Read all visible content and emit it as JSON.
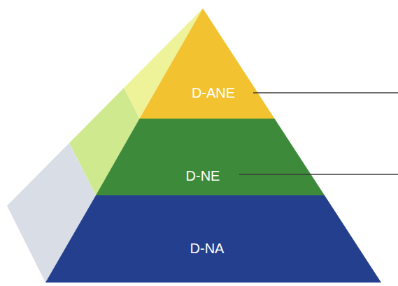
{
  "diagram": {
    "nodes": [
      {
        "text": [
          "D-ANE"
        ]
      },
      {
        "text": [
          "D-NE"
        ]
      },
      {
        "text": [
          "D-NA"
        ]
      }
    ]
  }
}
